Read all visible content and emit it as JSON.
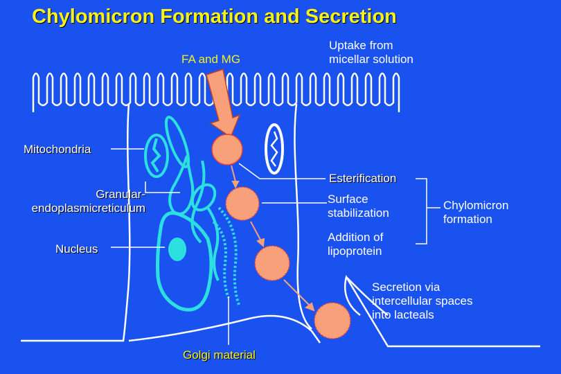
{
  "title": "Chylomicron Formation and Secretion",
  "labels": {
    "fa_mg": "FA and MG",
    "uptake": "Uptake from\nmicellar solution",
    "mitochondria": "Mitochondria",
    "granular_er": "Granular-\nendoplasmicreticulum",
    "nucleus": "Nucleus",
    "esterification": "Esterification",
    "surface": "Surface\nstabilization",
    "addition": "Addition of\nlipoprotein",
    "chylomicron": "Chylomicron\nformation",
    "secretion": "Secretion via\nintercellular spaces\ninto lacteals",
    "golgi": "Golgi material"
  },
  "colors": {
    "background": "#1a52f0",
    "title": "#f7f21a",
    "label": "#ffffff",
    "droplet": "#f7a07a",
    "organelle": "#2de0e0",
    "arrow": "#f7a07a"
  }
}
